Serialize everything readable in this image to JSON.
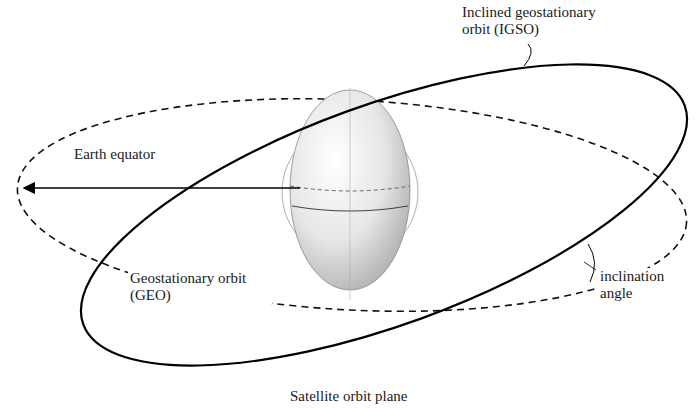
{
  "diagram": {
    "caption": "Satellite orbit plane",
    "labels": [
      "Inclined geostationary orbit (IGSO)",
      "Earth equator",
      "Geostationary orbit (GEO)",
      "inclination angle"
    ]
  }
}
